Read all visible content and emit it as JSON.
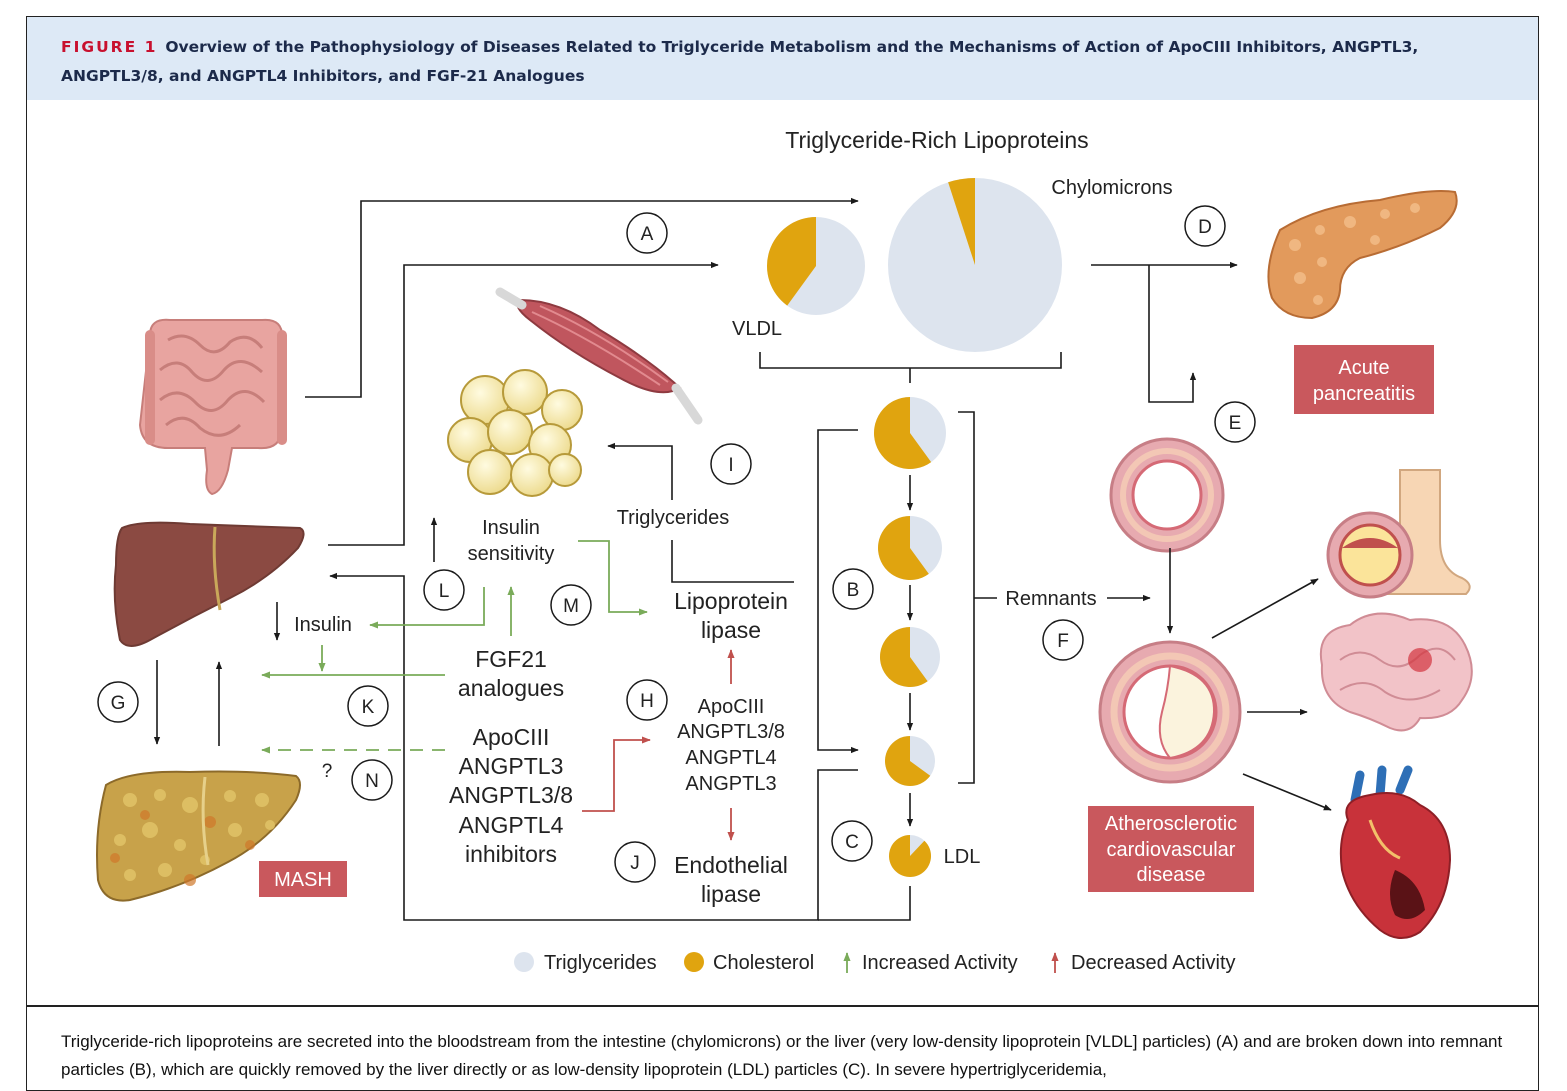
{
  "header": {
    "figure_label": "FIGURE 1",
    "title": "Overview of the Pathophysiology of Diseases Related to Triglyceride Metabolism and the Mechanisms of Action of ApoCIII Inhibitors, ANGPTL3, ANGPTL3/8, and ANGPTL4 Inhibitors, and FGF-21 Analogues"
  },
  "diagram": {
    "section_title": "Triglyceride-Rich Lipoproteins",
    "labels": {
      "chylomicrons": "Chylomicrons",
      "vldl": "VLDL",
      "remnants": "Remnants",
      "ldl": "LDL",
      "triglycerides": "Triglycerides",
      "insulin_sensitivity_1": "Insulin",
      "insulin_sensitivity_2": "sensitivity",
      "insulin": "Insulin",
      "lipoprotein_lipase_1": "Lipoprotein",
      "lipoprotein_lipase_2": "lipase",
      "fgf21_1": "FGF21",
      "fgf21_2": "analogues",
      "inhibitors": [
        "ApoCIII",
        "ANGPTL3",
        "ANGPTL3/8",
        "ANGPTL4",
        "inhibitors"
      ],
      "targets": [
        "ApoCIII",
        "ANGPTL3/8",
        "ANGPTL4",
        "ANGPTL3"
      ],
      "endothelial_lipase_1": "Endothelial",
      "endothelial_lipase_2": "lipase",
      "question_mark": "?"
    },
    "disease_boxes": {
      "acute_pancreatitis_1": "Acute",
      "acute_pancreatitis_2": "pancreatitis",
      "ascvd_1": "Atherosclerotic",
      "ascvd_2": "cardiovascular",
      "ascvd_3": "disease",
      "mash": "MASH"
    },
    "circle_letters": {
      "A": "A",
      "B": "B",
      "C": "C",
      "D": "D",
      "E": "E",
      "F": "F",
      "G": "G",
      "H": "H",
      "I": "I",
      "J": "J",
      "K": "K",
      "L": "L",
      "M": "M",
      "N": "N"
    },
    "particles": [
      {
        "name": "chylomicron",
        "cholesterol_fraction": 0.05
      },
      {
        "name": "vldl",
        "cholesterol_fraction": 0.4
      },
      {
        "name": "remnant-1",
        "cholesterol_fraction": 0.6
      },
      {
        "name": "remnant-2",
        "cholesterol_fraction": 0.6
      },
      {
        "name": "remnant-3",
        "cholesterol_fraction": 0.6
      },
      {
        "name": "remnant-4",
        "cholesterol_fraction": 0.65
      },
      {
        "name": "ldl",
        "cholesterol_fraction": 0.88
      }
    ],
    "legend": {
      "triglycerides": "Triglycerides",
      "cholesterol": "Cholesterol",
      "increased": "Increased Activity",
      "decreased": "Decreased Activity"
    },
    "colors": {
      "triglyceride": "#dde4ee",
      "cholesterol": "#e0a40f",
      "increased": "#7aab5a",
      "decreased": "#c0504d",
      "disease_box": "#c9585d",
      "line": "#1a1a1a"
    }
  },
  "caption": "Triglyceride-rich lipoproteins are secreted into the bloodstream from the intestine (chylomicrons) or the liver (very low-density lipoprotein [VLDL] particles) (A) and are broken down into remnant particles (B), which are quickly removed by the liver directly or as low-density lipoprotein (LDL) particles (C). In severe hypertriglyceridemia,"
}
